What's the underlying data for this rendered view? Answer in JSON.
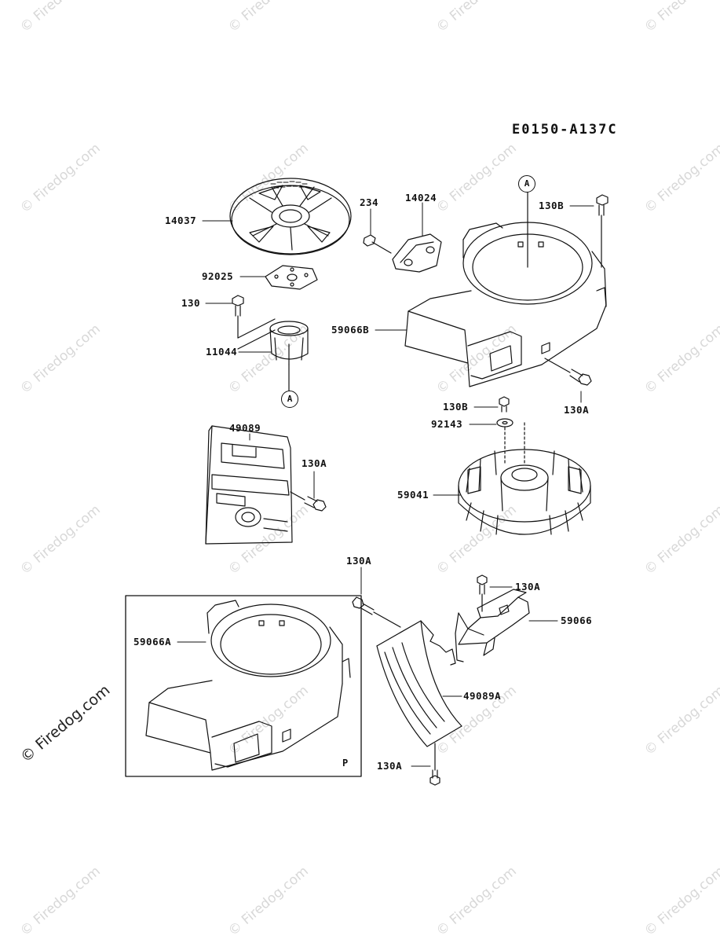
{
  "diagram_code": "E0150-A137C",
  "watermark": "© Firedog.com",
  "callout_letter": "A",
  "inset_marker": "P",
  "labels": {
    "p14037": "14037",
    "p234": "234",
    "p14024": "14024",
    "p92025": "92025",
    "p130": "130",
    "p11044": "11044",
    "p130b_top": "130B",
    "p59066b": "59066B",
    "p130b_mid": "130B",
    "p130a_right": "130A",
    "p92143": "92143",
    "p49089": "49089",
    "p130a_left": "130A",
    "p59041": "59041",
    "p130a_center": "130A",
    "p130a_bracket": "130A",
    "p59066": "59066",
    "p59066a": "59066A",
    "p49089a": "49089A",
    "p130a_bottom": "130A"
  }
}
